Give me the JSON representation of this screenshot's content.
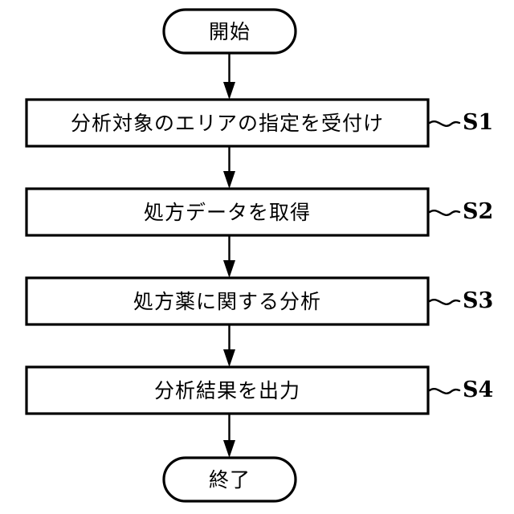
{
  "diagram": {
    "type": "flowchart",
    "orientation": "vertical",
    "language": "ja",
    "colors": {
      "background": "#ffffff",
      "stroke": "#000000",
      "fill": "#ffffff",
      "text": "#000000"
    },
    "start": {
      "shape": "stadium",
      "label": "開始"
    },
    "end": {
      "shape": "stadium",
      "label": "終了"
    },
    "steps": [
      {
        "id": "S1",
        "shape": "rectangle",
        "label": "分析対象のエリアの指定を受付け",
        "step_label": "S1"
      },
      {
        "id": "S2",
        "shape": "rectangle",
        "label": "処方データを取得",
        "step_label": "S2"
      },
      {
        "id": "S3",
        "shape": "rectangle",
        "label": "処方薬に関する分析",
        "step_label": "S3"
      },
      {
        "id": "S4",
        "shape": "rectangle",
        "label": "分析結果を出力",
        "step_label": "S4"
      }
    ],
    "connectors": {
      "kind": "arrow-down",
      "count": 5,
      "leader_kind": "wavy-tilde-leader",
      "leader_count": 4
    }
  }
}
